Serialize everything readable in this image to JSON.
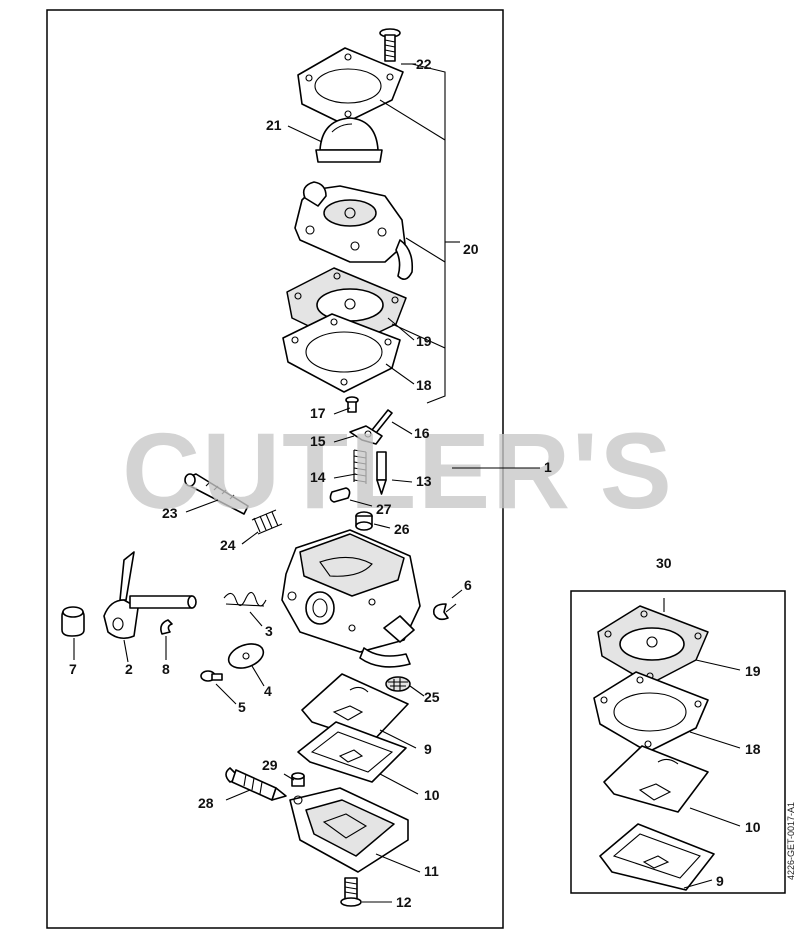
{
  "watermark": "CUTLER'S",
  "drawing_code": "4226-GET-0017-A1",
  "callouts": {
    "c1": "1",
    "c2": "2",
    "c3": "3",
    "c4": "4",
    "c5": "5",
    "c6": "6",
    "c7": "7",
    "c8": "8",
    "c9": "9",
    "c10": "10",
    "c11": "11",
    "c12": "12",
    "c13": "13",
    "c14": "14",
    "c15": "15",
    "c16": "16",
    "c17": "17",
    "c18": "18",
    "c19": "19",
    "c20": "20",
    "c21": "21",
    "c22": "22",
    "c23": "23",
    "c24": "24",
    "c25": "25",
    "c26": "26",
    "c27": "27",
    "c28": "28",
    "c29": "29"
  },
  "kit": {
    "title": "30",
    "c19": "19",
    "c18": "18",
    "c10": "10",
    "c9": "9"
  }
}
